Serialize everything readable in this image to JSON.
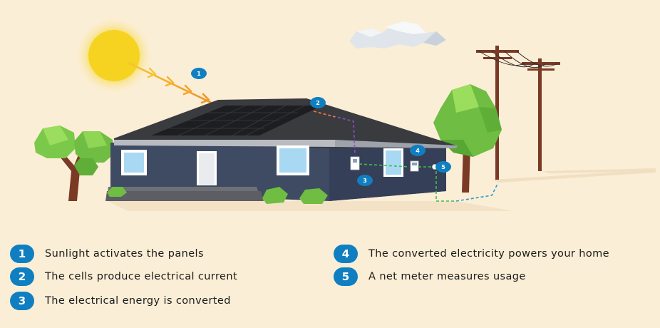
{
  "colors": {
    "background": "#fbeed6",
    "badge": "#0f7fc1",
    "house_wall": "#3f4a63",
    "roof": "#3a3b3f",
    "sun": "#f5d320",
    "ray_start": "#f5c631",
    "ray_end": "#f07c1c",
    "current_line": "#8b4fc9",
    "converted_line": "#3cbf4a",
    "grid_line": "#2a9ad1"
  },
  "icons": {
    "sun": "sun-icon",
    "cloud": "cloud-icon",
    "solar_panel": "solar-panel-icon",
    "inverter": "inverter-icon",
    "meter": "net-meter-icon",
    "power_pole": "power-pole-icon"
  },
  "markers": {
    "m1": "1",
    "m2": "2",
    "m3": "3",
    "m4": "4",
    "m5": "5"
  },
  "legend": [
    {
      "number": "1",
      "text": "Sunlight activates the panels"
    },
    {
      "number": "2",
      "text": "The cells produce electrical current"
    },
    {
      "number": "3",
      "text": "The electrical energy is converted"
    },
    {
      "number": "4",
      "text": "The converted electricity powers your home"
    },
    {
      "number": "5",
      "text": "A net meter measures usage"
    }
  ]
}
